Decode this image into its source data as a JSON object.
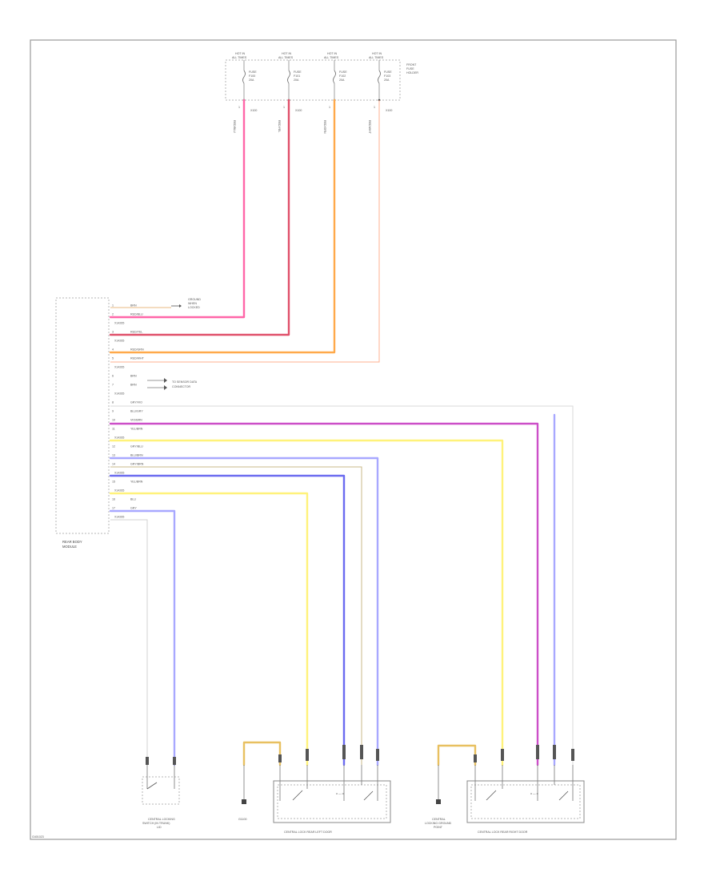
{
  "fuse_box": {
    "label": [
      "FRONT",
      "FUSE",
      "HOLDER"
    ],
    "fuses": [
      {
        "top1": "HOT IN",
        "top2": "ALL TIMES",
        "f1": "FUSE",
        "f2": "F100",
        "f3": "20A",
        "pin": "1",
        "term": "X100"
      },
      {
        "top1": "HOT IN",
        "top2": "ALL TIMES",
        "f1": "FUSE",
        "f2": "F101",
        "f3": "20A",
        "pin": "1",
        "term": "X100"
      },
      {
        "top1": "HOT IN",
        "top2": "ALL TIMES",
        "f1": "FUSE",
        "f2": "F102",
        "f3": "20A",
        "pin": "1",
        "term": "X100"
      },
      {
        "top1": "HOT IN",
        "top2": "ALL TIMES",
        "f1": "FUSE",
        "f2": "F103",
        "f3": "20A",
        "pin": "1",
        "term": "X100"
      }
    ],
    "drop_labels": [
      "RED/BLU",
      "RED/YEL",
      "RED/GRN",
      "RED/WHT"
    ]
  },
  "module": {
    "label": [
      "REAR BODY",
      "MODULE"
    ]
  },
  "module_rows": [
    {
      "pin": "1",
      "wire": "BRN"
    },
    {
      "pin": "2",
      "wire": "RED/BLU"
    },
    {
      "pin": "",
      "wire": "X14265"
    },
    {
      "pin": "3",
      "wire": "RED/YEL"
    },
    {
      "pin": "",
      "wire": "X14265"
    },
    {
      "pin": "4",
      "wire": "RED/GRN"
    },
    {
      "pin": "5",
      "wire": "RED/WHT"
    },
    {
      "pin": "",
      "wire": "X14265"
    },
    {
      "pin": "6",
      "wire": "BRN"
    },
    {
      "pin": "7",
      "wire": "BRN"
    },
    {
      "pin": "",
      "wire": "X14265"
    },
    {
      "pin": "8",
      "wire": "GRY/VIO"
    },
    {
      "pin": "9",
      "wire": "BLU/GRY"
    },
    {
      "pin": "10",
      "wire": "VIO/BRN"
    },
    {
      "pin": "11",
      "wire": "YEL/BRN"
    },
    {
      "pin": "",
      "wire": "X14265"
    },
    {
      "pin": "12",
      "wire": "GRY/BLU"
    },
    {
      "pin": "13",
      "wire": "BLU/BRN"
    },
    {
      "pin": "14",
      "wire": "GRY/BRN"
    },
    {
      "pin": "",
      "wire": "X14265"
    },
    {
      "pin": "15",
      "wire": "YEL/BRN"
    },
    {
      "pin": "",
      "wire": "X14265"
    },
    {
      "pin": "16",
      "wire": "BLU"
    },
    {
      "pin": "17",
      "wire": "GRY"
    },
    {
      "pin": "",
      "wire": "X14265"
    }
  ],
  "annotations": {
    "ground_top": [
      "GROUND",
      "WHEN",
      "LOCKED"
    ],
    "sensor_conn": [
      "TO SENSOR DATA",
      "CONNECTOR"
    ]
  },
  "components": {
    "trunk_switch": [
      "CENTRAL LOCKING",
      "SWITCH (IN TRUNK)",
      "LID"
    ],
    "ground_left": "G1100",
    "rear_left_lock": "CENTRAL LOCK REAR LEFT DOOR",
    "ground_right": [
      "CENTRAL",
      "LOCKING GROUND",
      "POINT"
    ],
    "rear_right_lock": "CENTRAL LOCK REAR RIGHT DOOR"
  },
  "figure_id": "G401023",
  "colors": {
    "pink": "#ff66a8",
    "red": "#e0506a",
    "orange": "#ffa94a",
    "peach": "#ffd0a0",
    "violet": "#cc4fc8",
    "blue": "#6b6bf0",
    "light_blue": "#a8a8ff",
    "yellow": "#fff27a",
    "gold": "#e8c060",
    "gray": "#bdbdbd"
  }
}
